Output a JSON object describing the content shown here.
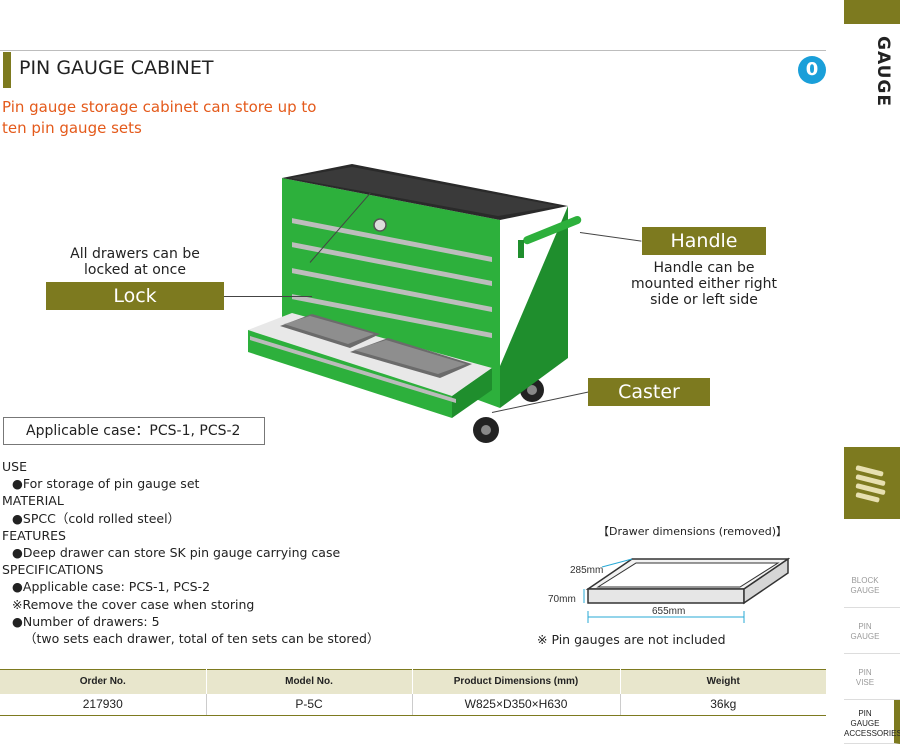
{
  "header": {
    "title": "PIN GAUGE CABINET",
    "subtitle_line1": "Pin gauge storage cabinet can store up to",
    "subtitle_line2": "ten pin gauge sets",
    "badge": "0"
  },
  "side": {
    "category": "GAUGE",
    "nav": [
      {
        "line1": "BLOCK",
        "line2": "GAUGE",
        "line3": ""
      },
      {
        "line1": "PIN",
        "line2": "GAUGE",
        "line3": ""
      },
      {
        "line1": "PIN",
        "line2": "VISE",
        "line3": ""
      },
      {
        "line1": "PIN",
        "line2": "GAUGE",
        "line3": "ACCESSORIES"
      }
    ]
  },
  "callouts": {
    "lock": {
      "label": "Lock",
      "note1": "All drawers can be",
      "note2": "locked at once"
    },
    "handle": {
      "label": "Handle",
      "note1": "Handle can be",
      "note2": "mounted either right",
      "note3": "side or left side"
    },
    "caster": {
      "label": "Caster"
    }
  },
  "applicable_case": "Applicable case：PCS-1, PCS-2",
  "specs": {
    "use_h": "USE",
    "use_1": "●For storage of pin gauge set",
    "material_h": "MATERIAL",
    "material_1": "●SPCC（cold rolled steel）",
    "features_h": "FEATURES",
    "features_1": "●Deep drawer can store SK pin gauge carrying case",
    "spec_h": "SPECIFICATIONS",
    "spec_1": "●Applicable case: PCS-1, PCS-2",
    "spec_2": "※Remove the cover case when storing",
    "spec_3": "●Number of drawers: 5",
    "spec_4": "（two sets each drawer, total of ten sets can be stored）"
  },
  "drawer_dimensions": {
    "title": "【Drawer dimensions (removed)】",
    "depth": "285mm",
    "height": "70mm",
    "width": "655mm",
    "note": "※ Pin gauges are not included"
  },
  "table": {
    "headers": [
      "Order No.",
      "Model No.",
      "Product Dimensions (mm)",
      "Weight"
    ],
    "rows": [
      [
        "217930",
        "P-5C",
        "W825×D350×H630",
        "36kg"
      ]
    ]
  },
  "colors": {
    "accent": "#7d7a1f",
    "subtitle": "#e45a1b",
    "cabinet": "#2db03c",
    "badge": "#1a9fd9"
  }
}
